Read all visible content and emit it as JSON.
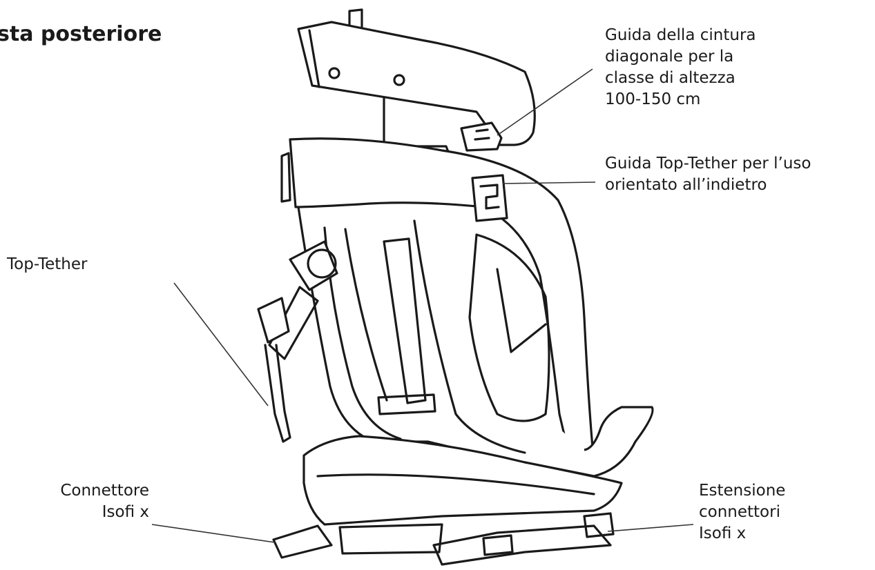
{
  "diagram": {
    "title": "sta posteriore",
    "labels": {
      "belt_guide": [
        "Guida della cintura",
        "diagonale per la",
        "classe di altezza",
        "100-150 cm"
      ],
      "top_tether_guide": [
        "Guida Top-Tether per l’uso",
        "orientato all’indietro"
      ],
      "top_tether": [
        "Top-Tether"
      ],
      "isofix_connector": [
        "Connettore",
        "Isofi x"
      ],
      "isofix_extension": [
        "Estensione",
        "connettori",
        "Isofi x"
      ]
    },
    "illustration": "car-seat-rear-view",
    "line_color": "#1a1a1a",
    "background": "#ffffff"
  }
}
